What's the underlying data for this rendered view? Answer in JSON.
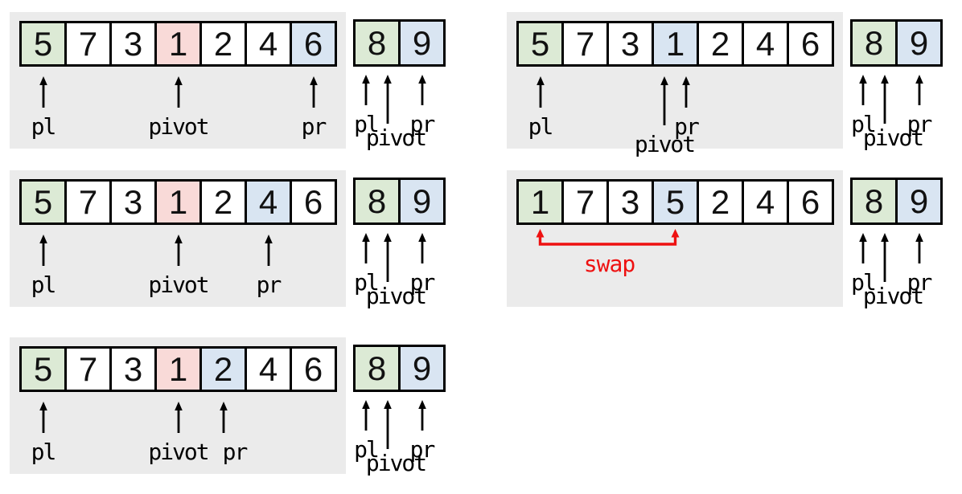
{
  "palette": {
    "page_background": "#ffffff",
    "panel_background": "#ebebeb",
    "cell_border": "#000000",
    "text": "#111111",
    "green": "#dcead5",
    "pink": "#f9dad8",
    "blue": "#d9e5f2",
    "swap_red": "#ee1111"
  },
  "sub_array": {
    "values": [
      "8",
      "9"
    ],
    "cell_colors": [
      "green",
      "blue"
    ],
    "pointers": [
      {
        "label": "pl",
        "cell": 0,
        "side": "left"
      },
      {
        "label": "pivot",
        "cell": 0,
        "side": "right",
        "long": true
      },
      {
        "label": "pr",
        "cell": 1
      }
    ]
  },
  "steps": [
    {
      "values": [
        "5",
        "7",
        "3",
        "1",
        "2",
        "4",
        "6"
      ],
      "highlights": {
        "0": "green",
        "3": "pink",
        "6": "blue"
      },
      "pointers": [
        {
          "label": "pl",
          "cell": 0
        },
        {
          "label": "pivot",
          "cell": 3
        },
        {
          "label": "pr",
          "cell": 6
        }
      ]
    },
    {
      "values": [
        "5",
        "7",
        "3",
        "1",
        "2",
        "4",
        "6"
      ],
      "highlights": {
        "0": "green",
        "3": "blue"
      },
      "pointers": [
        {
          "label": "pl",
          "cell": 0
        },
        {
          "label": "pivot",
          "cell": 3,
          "side": "left",
          "long": true
        },
        {
          "label": "pr",
          "cell": 3,
          "side": "right"
        }
      ]
    },
    {
      "values": [
        "5",
        "7",
        "3",
        "1",
        "2",
        "4",
        "6"
      ],
      "highlights": {
        "0": "green",
        "3": "pink",
        "5": "blue"
      },
      "pointers": [
        {
          "label": "pl",
          "cell": 0
        },
        {
          "label": "pivot",
          "cell": 3
        },
        {
          "label": "pr",
          "cell": 5
        }
      ]
    },
    {
      "values": [
        "1",
        "7",
        "3",
        "5",
        "2",
        "4",
        "6"
      ],
      "highlights": {
        "0": "green",
        "3": "blue"
      },
      "swap": {
        "from": 0,
        "to": 3,
        "label": "swap"
      }
    },
    {
      "values": [
        "5",
        "7",
        "3",
        "1",
        "2",
        "4",
        "6"
      ],
      "highlights": {
        "0": "green",
        "3": "pink",
        "4": "blue"
      },
      "pointers": [
        {
          "label": "pl",
          "cell": 0
        },
        {
          "label": "pivot",
          "cell": 3
        },
        {
          "label": "pr",
          "cell": 4,
          "label_side": "right"
        }
      ]
    }
  ]
}
